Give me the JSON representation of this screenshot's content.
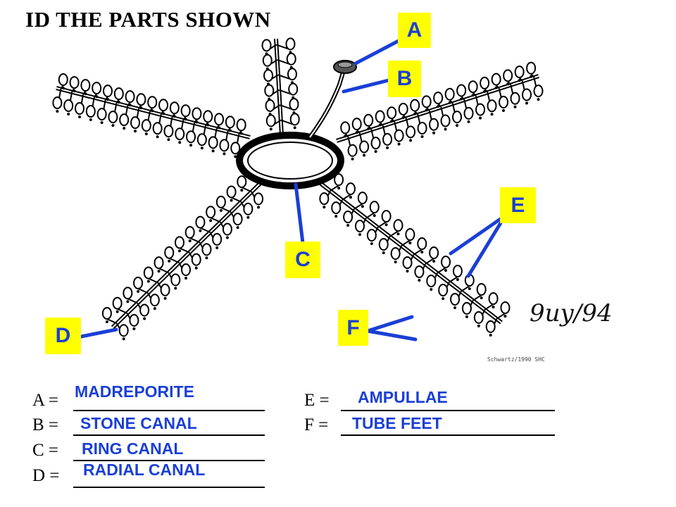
{
  "title": "ID THE PARTS SHOWN",
  "labels": {
    "a": "A",
    "b": "B",
    "c": "C",
    "d": "D",
    "e": "E",
    "f": "F"
  },
  "answers": {
    "a": {
      "prefix": "A =",
      "answer": "MADREPORITE"
    },
    "b": {
      "prefix": "B =",
      "answer": "STONE CANAL"
    },
    "c": {
      "prefix": "C =",
      "answer": "RING CANAL"
    },
    "d": {
      "prefix": "D =",
      "answer": "RADIAL CANAL"
    },
    "e": {
      "prefix": "E =",
      "answer": "AMPULLAE"
    },
    "f": {
      "prefix": "F =",
      "answer": "TUBE FEET"
    }
  },
  "drawing_credits": {
    "date": "9uy/94",
    "signature": "Schwartz/1990 SHC"
  },
  "colors": {
    "label_bg": "#ffff00",
    "label_text": "#1a3fd6",
    "pointer": "#1a3fd6",
    "answer_text": "#1a3fd6",
    "drawing": "#000000"
  }
}
